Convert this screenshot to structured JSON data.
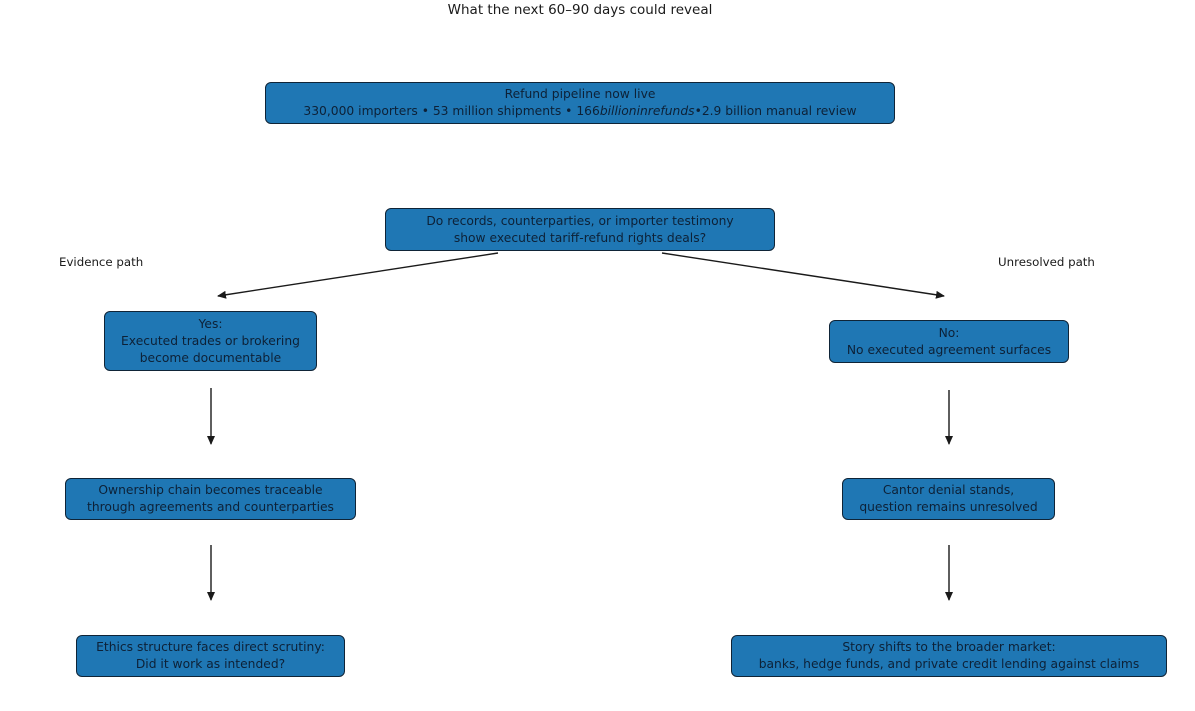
{
  "title": "What the next 60–90 days could reveal",
  "path_labels": {
    "left": "Evidence path",
    "right": "Unresolved path"
  },
  "colors": {
    "box_fill": "#1f77b4",
    "box_border": "#0f2437",
    "box_text": "#0d2137",
    "arrow": "#1a1a1a",
    "title_text": "#1a1a1a"
  },
  "nodes": {
    "pipeline": {
      "line1": "Refund pipeline now live",
      "line2_pre": "330,000 importers • 53 million shipments • 166",
      "line2_italic": "billioninrefunds",
      "line2_post": "•2.9 billion manual review"
    },
    "question": {
      "line1": "Do records, counterparties, or importer testimony",
      "line2": "show executed tariff-refund rights deals?"
    },
    "yes": {
      "line1": "Yes:",
      "line2": "Executed trades or brokering",
      "line3": "become documentable"
    },
    "no": {
      "line1": "No:",
      "line2": "No executed agreement surfaces"
    },
    "ownership": {
      "line1": "Ownership chain becomes traceable",
      "line2": "through agreements and counterparties"
    },
    "cantor": {
      "line1": "Cantor denial stands,",
      "line2": "question remains unresolved"
    },
    "ethics": {
      "line1": "Ethics structure faces direct scrutiny:",
      "line2": "Did it work as intended?"
    },
    "market": {
      "line1": "Story shifts to the broader market:",
      "line2": "banks, hedge funds, and private credit lending against claims"
    }
  }
}
